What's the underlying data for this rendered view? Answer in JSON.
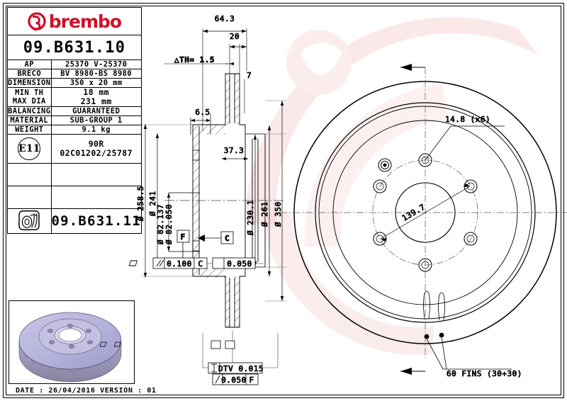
{
  "document": {
    "brand": "brembo",
    "part_number_main": "09.B631.10",
    "part_number_alt": "09.B631.11",
    "date_line": "DATE : 26/04/2016 VERSION : 01",
    "brand_color": "#cf1027"
  },
  "spec_table": {
    "rows": [
      {
        "label": "AP",
        "value": "25370 V-25370"
      },
      {
        "label": "BRECO",
        "value": "BV 8980-BS 8980"
      },
      {
        "label": "DIMENSION",
        "value": "350 x 20 mm"
      },
      {
        "label": "MIN TH",
        "label2": "MAX DIA",
        "value": "18 mm",
        "value2": "231 mm"
      },
      {
        "label": "BALANCING",
        "value": "GUARANTEED"
      },
      {
        "label": "MATERIAL",
        "value": "SUB-GROUP 1"
      },
      {
        "label": "WEIGHT",
        "value": "9.1 kg"
      }
    ],
    "homologation": {
      "badge": "E11",
      "line1": "90R",
      "line2": "02C01202/25787"
    }
  },
  "section_view": {
    "dims": {
      "overall_width": "64.3",
      "hat_slot": "20",
      "th_tolerance": "△TH= 1.5",
      "flange_th": "7",
      "hat_offset": "6.5",
      "pad_depth": "37.3",
      "dia_258_5": "Ø 258.5",
      "dia_241": "Ø 241",
      "dia_82_137": "Ø 82.137",
      "dia_82_050": "Ø 82.050",
      "dia_230_1": "Ø 230.1",
      "dia_261": "Ø 261",
      "dia_350": "Ø 350"
    },
    "datums": {
      "f": "F",
      "c": "C"
    },
    "gdt": {
      "parallelism": {
        "symbol": "//",
        "value": "0.100",
        "datum": "C"
      },
      "flatness": {
        "symbol": "▱",
        "value": "0.050"
      },
      "dtv": {
        "symbol": "↕",
        "label": "DTV",
        "value": "0.015"
      },
      "runout": {
        "symbol": "/",
        "value": "0.050",
        "datum": "F"
      }
    }
  },
  "face_view": {
    "hole_note": "14.8 (x6)",
    "bolt_circle": "139.7",
    "fins_note": "60 FINS (30+30)"
  }
}
